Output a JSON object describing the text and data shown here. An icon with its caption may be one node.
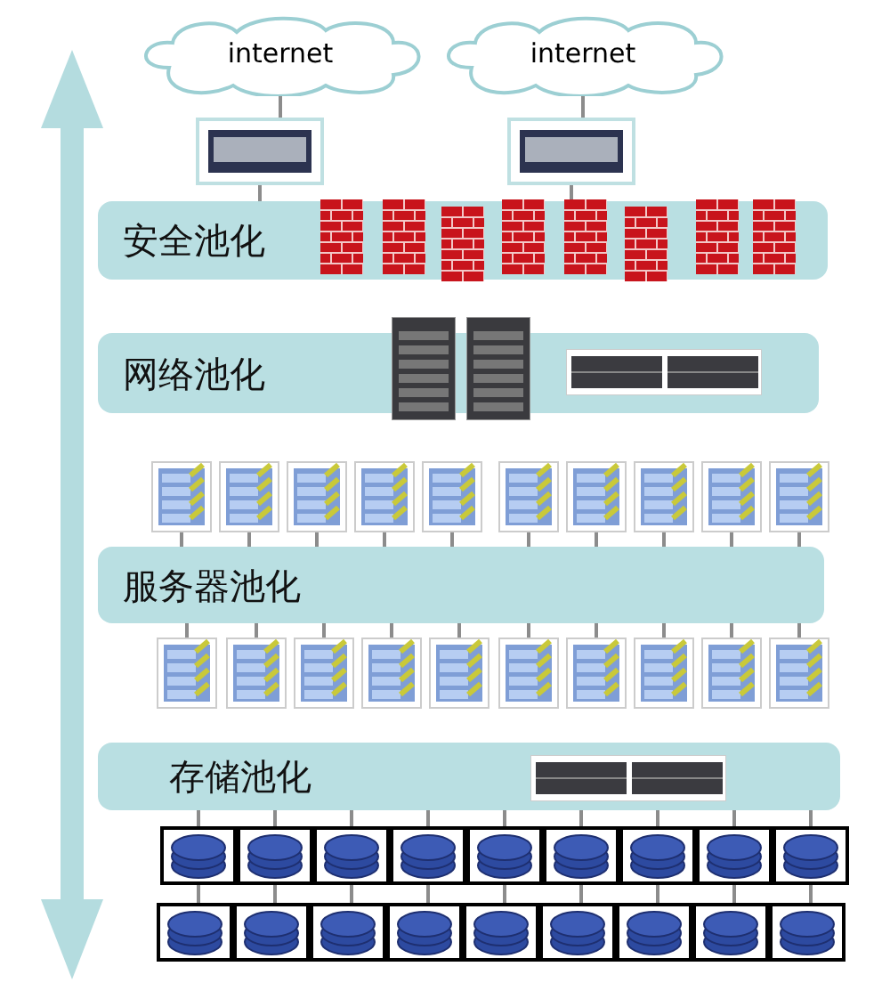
{
  "diagram": {
    "nodes": [
      {
        "text": [
          "internet"
        ]
      },
      {
        "text": [
          "internet"
        ]
      },
      {
        "text": [],
        "shape": "picture"
      },
      {
        "text": [],
        "shape": "picture"
      },
      {
        "text": [
          "安全池化"
        ]
      },
      {
        "text": [
          "网络池化"
        ]
      },
      {
        "text": [
          "服务器池化"
        ]
      },
      {
        "text": [
          "存储池化"
        ]
      },
      {
        "text": [],
        "shape": "picture"
      },
      {
        "text": [],
        "shape": "picture"
      },
      {
        "text": [],
        "shape": "picture"
      },
      {
        "text": [],
        "shape": "picture"
      },
      {
        "text": [],
        "shape": "picture"
      },
      {
        "text": [],
        "shape": "picture"
      },
      {
        "text": [],
        "shape": "picture"
      },
      {
        "text": [],
        "shape": "picture"
      },
      {
        "text": [],
        "shape": "picture"
      },
      {
        "text": [],
        "shape": "picture"
      },
      {
        "text": [],
        "shape": "picture"
      },
      {
        "text": [],
        "shape": "picture"
      },
      {
        "text": [],
        "shape": "picture"
      },
      {
        "text": [],
        "shape": "picture"
      },
      {
        "text": [],
        "shape": "picture"
      },
      {
        "text": [],
        "shape": "picture"
      },
      {
        "text": [],
        "shape": "picture"
      },
      {
        "text": [],
        "shape": "picture"
      },
      {
        "text": [],
        "shape": "picture"
      },
      {
        "text": [],
        "shape": "picture"
      },
      {
        "text": [],
        "shape": "cylinder"
      },
      {
        "text": [],
        "shape": "cylinder"
      },
      {
        "text": [],
        "shape": "cylinder"
      },
      {
        "text": [],
        "shape": "cylinder"
      },
      {
        "text": [],
        "shape": "cylinder"
      },
      {
        "text": [],
        "shape": "cylinder"
      },
      {
        "text": [],
        "shape": "cylinder"
      },
      {
        "text": [],
        "shape": "cylinder"
      },
      {
        "text": [],
        "shape": "cylinder"
      },
      {
        "text": [],
        "shape": "cylinder"
      },
      {
        "text": [],
        "shape": "cylinder"
      },
      {
        "text": [],
        "shape": "cylinder"
      },
      {
        "text": [],
        "shape": "cylinder"
      },
      {
        "text": [],
        "shape": "cylinder"
      },
      {
        "text": [],
        "shape": "cylinder"
      },
      {
        "text": [],
        "shape": "cylinder"
      },
      {
        "text": [],
        "shape": "cylinder"
      },
      {
        "text": [],
        "shape": "cylinder"
      }
    ],
    "edges": [
      {
        "from": 0,
        "to": 2,
        "arrow": "none"
      },
      {
        "from": 1,
        "to": 3,
        "arrow": "none"
      },
      {
        "from": 2,
        "to": 4,
        "arrow": "none"
      },
      {
        "from": 3,
        "to": 4,
        "arrow": "none"
      },
      {
        "from": 8,
        "to": 6,
        "arrow": "none"
      },
      {
        "from": 9,
        "to": 6,
        "arrow": "none"
      },
      {
        "from": 10,
        "to": 6,
        "arrow": "none"
      },
      {
        "from": 11,
        "to": 6,
        "arrow": "none"
      },
      {
        "from": 12,
        "to": 6,
        "arrow": "none"
      },
      {
        "from": 13,
        "to": 6,
        "arrow": "none"
      },
      {
        "from": 14,
        "to": 6,
        "arrow": "none"
      },
      {
        "from": 15,
        "to": 6,
        "arrow": "none"
      },
      {
        "from": 16,
        "to": 6,
        "arrow": "none"
      },
      {
        "from": 17,
        "to": 6,
        "arrow": "none"
      },
      {
        "from": 6,
        "to": 18,
        "arrow": "none"
      },
      {
        "from": 6,
        "to": 19,
        "arrow": "none"
      },
      {
        "from": 6,
        "to": 20,
        "arrow": "none"
      },
      {
        "from": 6,
        "to": 21,
        "arrow": "none"
      },
      {
        "from": 6,
        "to": 22,
        "arrow": "none"
      },
      {
        "from": 6,
        "to": 23,
        "arrow": "none"
      },
      {
        "from": 6,
        "to": 24,
        "arrow": "none"
      },
      {
        "from": 6,
        "to": 25,
        "arrow": "none"
      },
      {
        "from": 6,
        "to": 26,
        "arrow": "none"
      },
      {
        "from": 6,
        "to": 27,
        "arrow": "none"
      },
      {
        "from": 7,
        "to": 28,
        "arrow": "none"
      },
      {
        "from": 7,
        "to": 29,
        "arrow": "none"
      },
      {
        "from": 7,
        "to": 30,
        "arrow": "none"
      },
      {
        "from": 7,
        "to": 31,
        "arrow": "none"
      },
      {
        "from": 7,
        "to": 32,
        "arrow": "none"
      },
      {
        "from": 7,
        "to": 33,
        "arrow": "none"
      },
      {
        "from": 7,
        "to": 34,
        "arrow": "none"
      },
      {
        "from": 7,
        "to": 35,
        "arrow": "none"
      },
      {
        "from": 7,
        "to": 36,
        "arrow": "none"
      },
      {
        "from": 28,
        "to": 37,
        "arrow": "none"
      },
      {
        "from": 29,
        "to": 38,
        "arrow": "none"
      },
      {
        "from": 30,
        "to": 39,
        "arrow": "none"
      },
      {
        "from": 31,
        "to": 40,
        "arrow": "none"
      },
      {
        "from": 32,
        "to": 41,
        "arrow": "none"
      },
      {
        "from": 33,
        "to": 42,
        "arrow": "none"
      },
      {
        "from": 34,
        "to": 43,
        "arrow": "none"
      },
      {
        "from": 35,
        "to": 44,
        "arrow": "none"
      },
      {
        "from": 36,
        "to": 45,
        "arrow": "none"
      }
    ]
  }
}
